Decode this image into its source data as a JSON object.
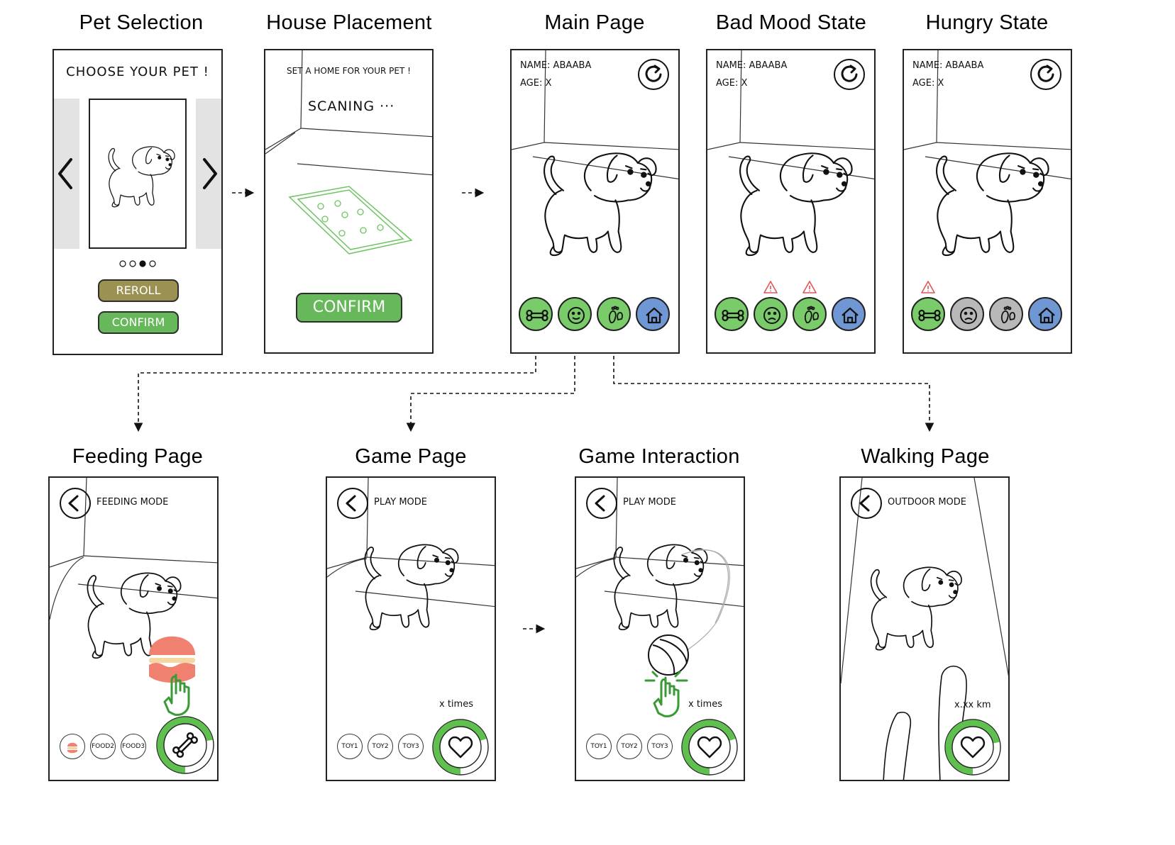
{
  "titles": {
    "pet_selection": "Pet Selection",
    "house_placement": "House Placement",
    "main_page": "Main Page",
    "bad_mood": "Bad Mood State",
    "hungry": "Hungry State",
    "feeding": "Feeding Page",
    "game": "Game Page",
    "game_interaction": "Game Interaction",
    "walking": "Walking Page"
  },
  "pet_selection": {
    "header": "CHOOSE YOUR PET !",
    "reroll_label": "REROLL",
    "confirm_label": "CONFIRM",
    "carousel_pages": 4,
    "carousel_active": 3
  },
  "house_placement": {
    "header": "SET A HOME FOR YOUR PET !",
    "status": "SCANING ···",
    "confirm_label": "CONFIRM"
  },
  "pet_info": {
    "name_line": "NAME: ABAABA",
    "age_line": "AGE: X"
  },
  "feeding": {
    "mode": "FEEDING MODE",
    "food_items": [
      "",
      "FOOD2",
      "FOOD3"
    ],
    "progress": 0.72
  },
  "game": {
    "mode": "PLAY MODE",
    "counter": "x  times",
    "toys": [
      "TOY1",
      "TOY2",
      "TOY3"
    ],
    "progress": 0.7
  },
  "game_interaction": {
    "mode": "PLAY MODE",
    "counter": "x  times",
    "toys": [
      "TOY1",
      "TOY2",
      "TOY3"
    ],
    "progress": 0.7
  },
  "walking": {
    "mode": "OUTDOOR MODE",
    "distance": "x.xx km",
    "progress": 0.72
  },
  "colors": {
    "green": "#7acc6a",
    "blue": "#6f97d4",
    "olive": "#9a9152",
    "confirm_green": "#66b85a",
    "gray": "#b8b8b8",
    "warning": "#e05555",
    "food_pink": "#f08070",
    "ring_green": "#5fbf4f"
  },
  "icons": {
    "feed": "bone-icon",
    "mood": "smile-icon",
    "walk": "footprint-icon",
    "home": "house-icon",
    "refresh": "refresh-icon",
    "back": "back-arrow-icon",
    "warning": "warning-triangle-icon",
    "heart": "heart-icon"
  }
}
